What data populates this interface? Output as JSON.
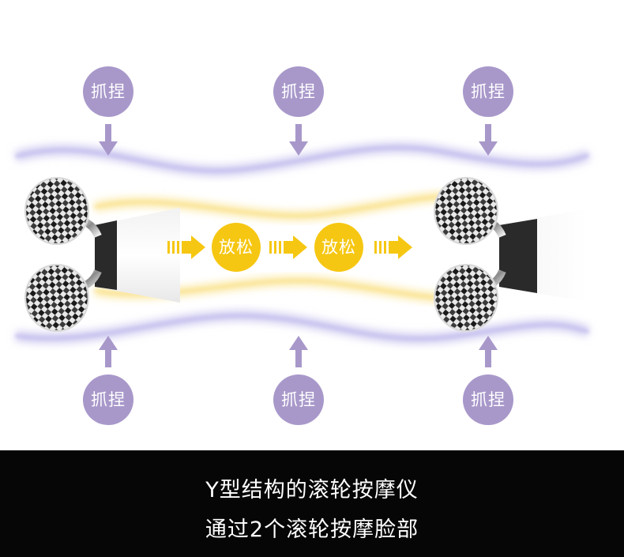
{
  "badges": {
    "squeeze": "抓捏",
    "relax": "放松"
  },
  "caption": {
    "line1": "Y型结构的滚轮按摩仪",
    "line2": "通过2个滚轮按摩脸部"
  },
  "colors": {
    "squeeze_badge": "#a898ca",
    "relax_badge": "#f6c712",
    "wave_purple": "#c9c4ef",
    "wave_yellow": "#fbe69a",
    "caption_bg": "#060606"
  },
  "icons": {
    "arrow_down": "down-arrow-icon",
    "arrow_up": "up-arrow-icon",
    "flow_arrow": "right-flow-arrow-icon",
    "roller": "y-roller-massager-icon"
  }
}
